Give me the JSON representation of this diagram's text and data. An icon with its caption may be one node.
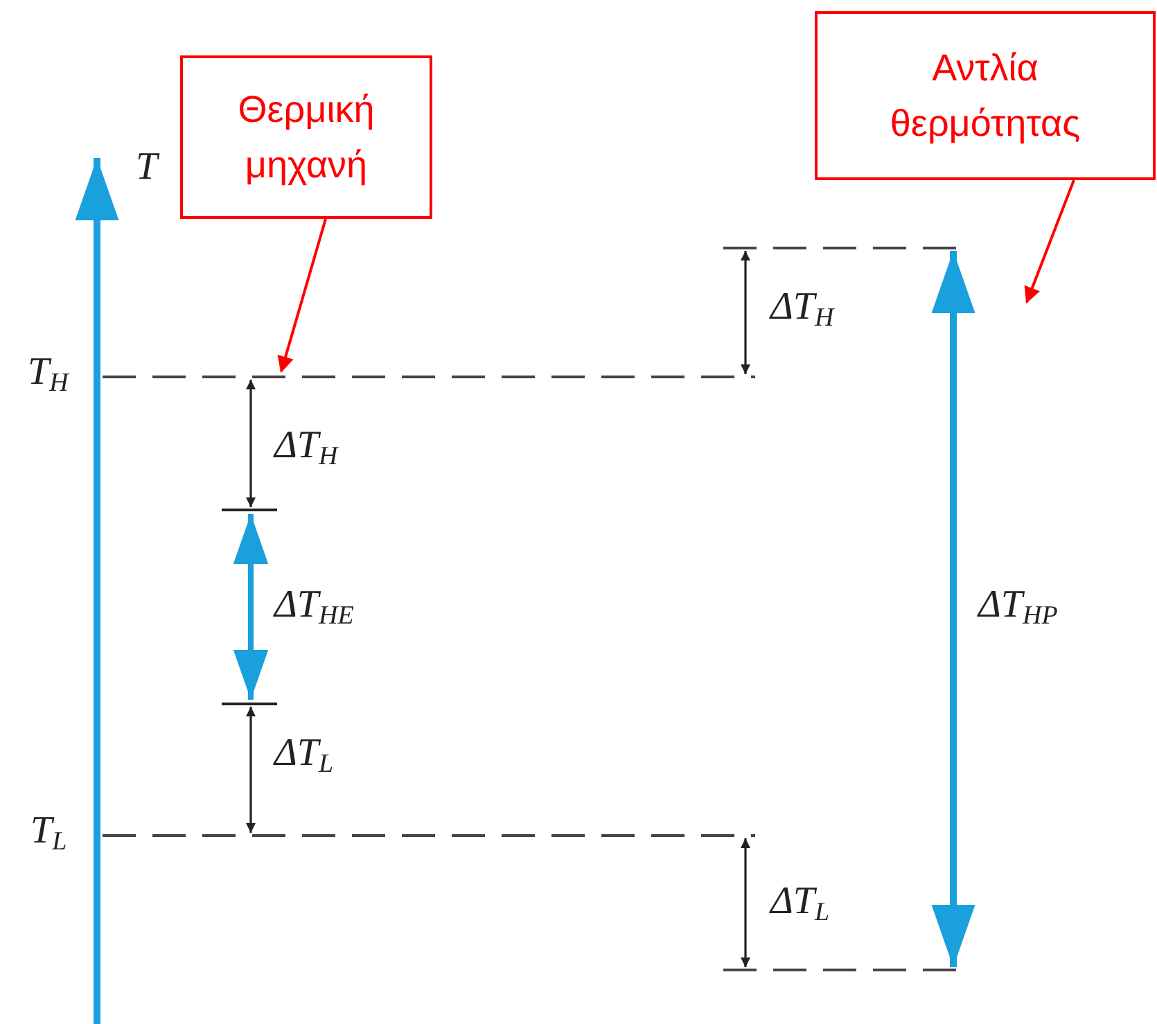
{
  "diagram": {
    "nodes": [
      {
        "text": [
          "Θερμική μηχανή"
        ]
      },
      {
        "text": [
          "Αντλία θερμότητας"
        ]
      }
    ],
    "edges": [
      {
        "from": 0,
        "to": null,
        "arrow": "to"
      },
      {
        "from": 1,
        "to": null,
        "arrow": "to"
      }
    ],
    "labels": [
      "T",
      "ΔT$_{H}$",
      "T$_{H}$",
      "ΔT$_{H}$",
      "ΔT$_{HE}$",
      "ΔT$_{HP}$",
      "ΔT$_{L}$",
      "T$_{L}$",
      "ΔT$_{L}$"
    ]
  }
}
